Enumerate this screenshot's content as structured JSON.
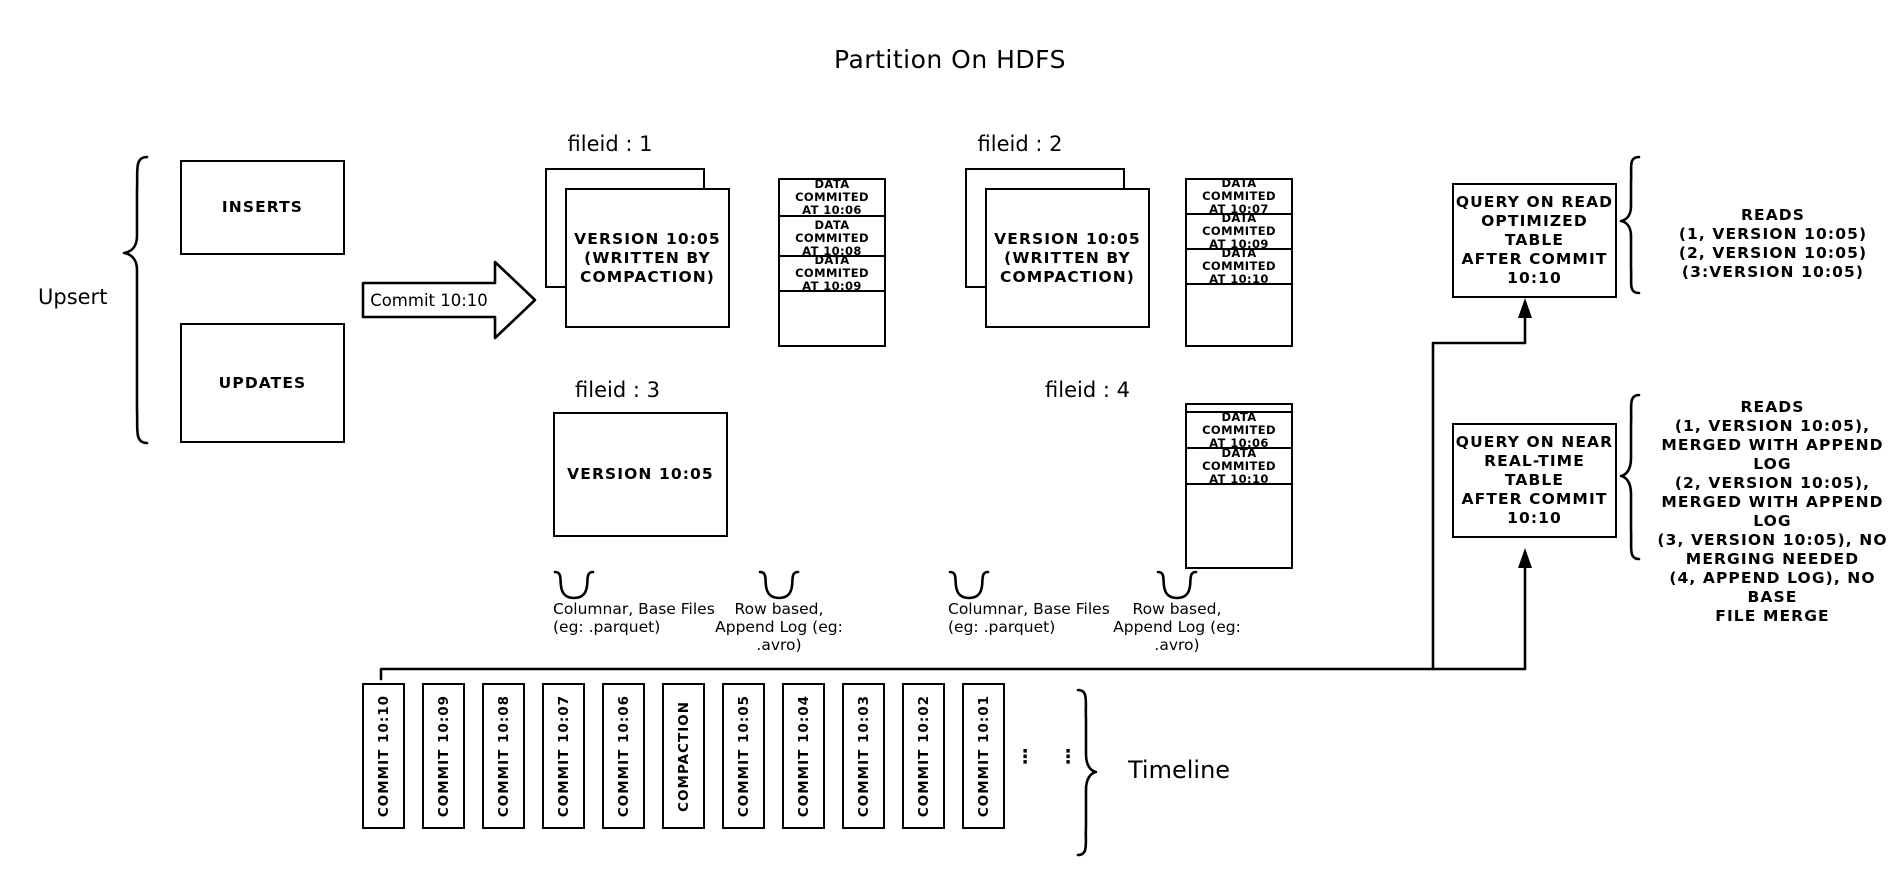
{
  "title": "Partition On HDFS",
  "upsert": {
    "label": "Upsert",
    "inserts_label": "INSERTS",
    "updates_label": "UPDATES"
  },
  "commit_arrow": {
    "label": "Commit 10:10"
  },
  "file_groups": [
    {
      "header": "fileid : 1",
      "base_file_lines": [
        "VERSION 10:05",
        "(WRITTEN BY",
        "COMPACTION)"
      ],
      "stacked": true,
      "log_entries": [
        "DATA COMMITED\nAT 10:06",
        "DATA COMMITED\nAT 10:08",
        "DATA COMMITED\nAT 10:09"
      ]
    },
    {
      "header": "fileid : 2",
      "base_file_lines": [
        "VERSION 10:05",
        "(WRITTEN BY",
        "COMPACTION)"
      ],
      "stacked": true,
      "log_entries": [
        "DATA COMMITED\nAT 10:07",
        "DATA COMMITED\nAT 10:09",
        "DATA COMMITED\nAT 10:10"
      ]
    },
    {
      "header": "fileid : 3",
      "base_file_lines": [
        "VERSION 10:05"
      ],
      "stacked": false,
      "log_entries": []
    },
    {
      "header": "fileid : 4",
      "base_file_lines": [],
      "stacked": false,
      "log_entries": [
        "DATA COMMITED\nAT 10:06",
        "DATA COMMITED\nAT 10:10"
      ]
    }
  ],
  "captions": {
    "columnar_left": "Columnar, Base Files\n(eg: .parquet)",
    "rowbased_left": "Row based,\nAppend Log  (eg:\n.avro)",
    "columnar_right": "Columnar, Base Files\n(eg: .parquet)",
    "rowbased_right": "Row based,\nAppend Log  (eg:\n.avro)"
  },
  "queries": {
    "read_optimized": "QUERY ON READ\nOPTIMIZED TABLE\nAFTER COMMIT\n10:10",
    "near_real_time": "QUERY ON NEAR\nREAL-TIME TABLE\nAFTER COMMIT\n10:10"
  },
  "reads": {
    "read_optimized": "READS\n(1, VERSION 10:05)\n(2, VERSION 10:05)\n(3:VERSION 10:05)",
    "near_real_time": "READS\n(1, VERSION 10:05),\nMERGED WITH APPEND LOG\n(2, VERSION 10:05),\nMERGED WITH APPEND LOG\n(3, VERSION 10:05), NO\nMERGING NEEDED\n(4, APPEND LOG), NO BASE\nFILE MERGE"
  },
  "timeline": {
    "label": "Timeline",
    "ellipsis": [
      "⋮",
      "⋮"
    ],
    "items": [
      "COMMIT  10:10",
      "COMMIT  10:09",
      "COMMIT  10:08",
      "COMMIT  10:07",
      "COMMIT  10:06",
      "COMPACTION",
      "COMMIT  10:05",
      "COMMIT  10:04",
      "COMMIT  10:03",
      "COMMIT  10:02",
      "COMMIT  10:01"
    ]
  },
  "colors": {
    "stroke": "#000000",
    "background": "#ffffff"
  }
}
